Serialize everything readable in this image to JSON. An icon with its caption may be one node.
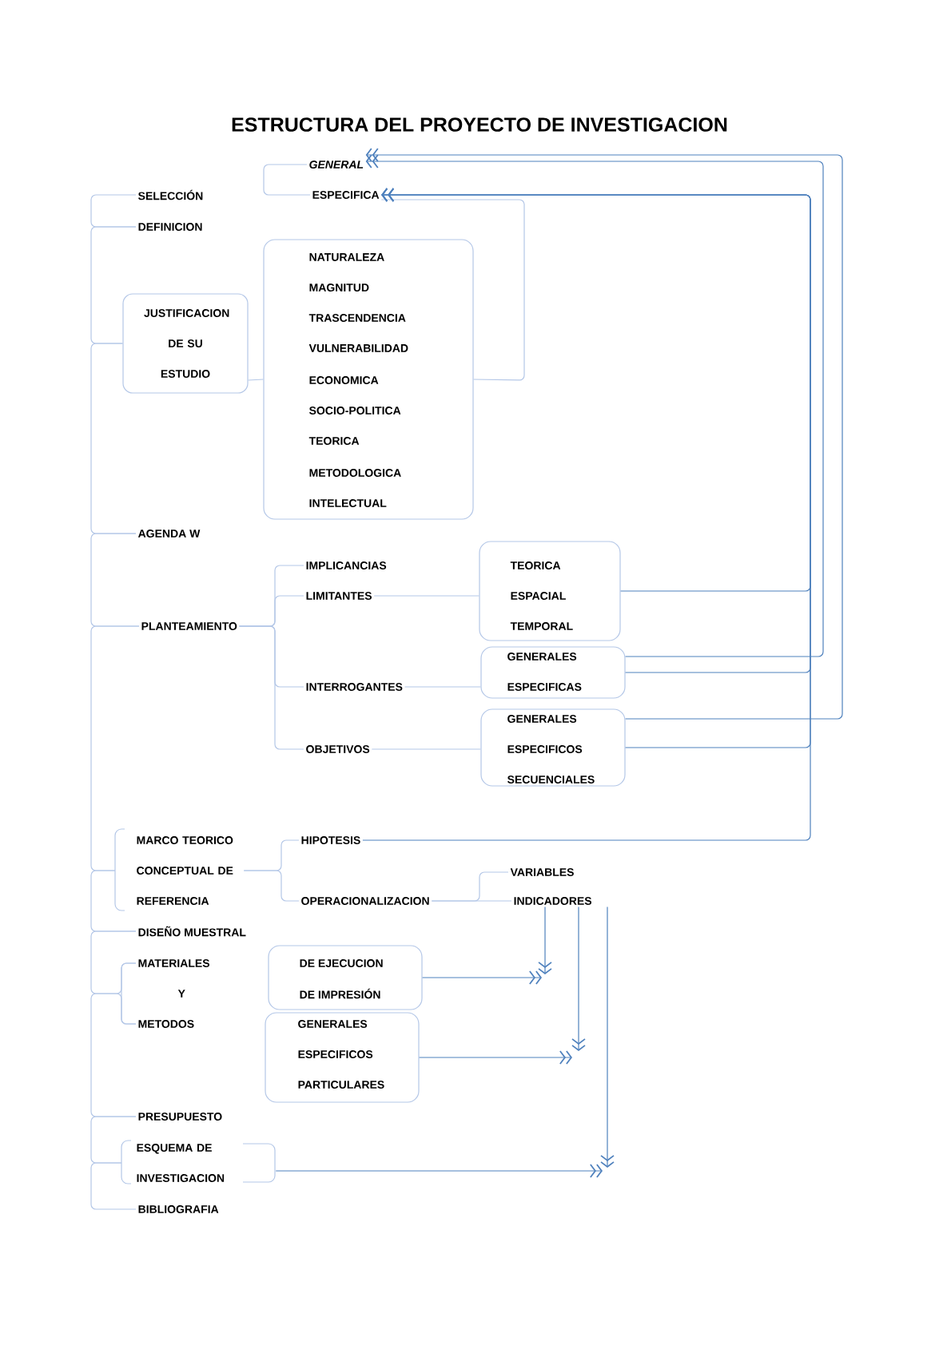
{
  "diagram": {
    "title": "ESTRUCTURA DEL PROYECTO DE INVESTIGACION",
    "nodes": [
      {
        "text": [
          "GENERAL"
        ]
      },
      {
        "text": [
          "ESPECIFICA"
        ]
      },
      {
        "text": [
          "SELECCIÓN"
        ]
      },
      {
        "text": [
          "DEFINICION"
        ]
      },
      {
        "text": [
          "JUSTIFICACION DE SU ESTUDIO"
        ]
      },
      {
        "text": [
          "NATURALEZA",
          "MAGNITUD",
          "TRASCENDENCIA",
          "VULNERABILIDAD",
          "ECONOMICA",
          "SOCIO-POLITICA",
          "TEORICA",
          "METODOLOGICA",
          "INTELECTUAL"
        ]
      },
      {
        "text": [
          "AGENDA W"
        ]
      },
      {
        "text": [
          "PLANTEAMIENTO"
        ]
      },
      {
        "text": [
          "IMPLICANCIAS"
        ]
      },
      {
        "text": [
          "LIMITANTES"
        ]
      },
      {
        "text": [
          "INTERROGANTES"
        ]
      },
      {
        "text": [
          "OBJETIVOS"
        ]
      },
      {
        "text": [
          "TEORICA",
          "ESPACIAL",
          "TEMPORAL"
        ]
      },
      {
        "text": [
          "GENERALES",
          "ESPECIFICAS"
        ]
      },
      {
        "text": [
          "GENERALES",
          "ESPECIFICOS",
          "SECUENCIALES"
        ]
      },
      {
        "text": [
          "MARCO TEORICO CONCEPTUAL DE REFERENCIA"
        ]
      },
      {
        "text": [
          "HIPOTESIS"
        ]
      },
      {
        "text": [
          "OPERACIONALIZACION"
        ]
      },
      {
        "text": [
          "VARIABLES"
        ]
      },
      {
        "text": [
          "INDICADORES"
        ]
      },
      {
        "text": [
          "DISEÑO MUESTRAL"
        ]
      },
      {
        "text": [
          "MATERIALES"
        ]
      },
      {
        "text": [
          "DE EJECUCION",
          "DE IMPRESIÓN"
        ]
      },
      {
        "text": [
          "METODOS"
        ]
      },
      {
        "text": [
          "GENERALES",
          "ESPECIFICOS",
          "PARTICULARES"
        ]
      },
      {
        "text": [
          "PRESUPUESTO"
        ]
      },
      {
        "text": [
          "ESQUEMA DE INVESTIGACION"
        ]
      },
      {
        "text": [
          "BIBLIOGRAFIA"
        ]
      }
    ],
    "edges": [
      {
        "from": 2,
        "to": 3,
        "arrow": "none"
      },
      {
        "from": 3,
        "to": 4,
        "arrow": "none"
      },
      {
        "from": 4,
        "to": 6,
        "arrow": "none"
      },
      {
        "from": 6,
        "to": 7,
        "arrow": "none"
      },
      {
        "from": 7,
        "to": 15,
        "arrow": "none"
      },
      {
        "from": 15,
        "to": 20,
        "arrow": "none"
      },
      {
        "from": 20,
        "to": 21,
        "arrow": "none"
      },
      {
        "from": 21,
        "to": 23,
        "arrow": "none"
      },
      {
        "from": 23,
        "to": 25,
        "arrow": "none"
      },
      {
        "from": 25,
        "to": 26,
        "arrow": "none"
      },
      {
        "from": 26,
        "to": 27,
        "arrow": "none"
      },
      {
        "from": 0,
        "to": 1,
        "arrow": "none"
      },
      {
        "from": 1,
        "to": 5,
        "arrow": "none"
      },
      {
        "from": 4,
        "to": 5,
        "arrow": "none"
      },
      {
        "from": 7,
        "to": 8,
        "arrow": "none"
      },
      {
        "from": 7,
        "to": 9,
        "arrow": "none"
      },
      {
        "from": 7,
        "to": 10,
        "arrow": "none"
      },
      {
        "from": 7,
        "to": 11,
        "arrow": "none"
      },
      {
        "from": 9,
        "to": 12,
        "arrow": "none"
      },
      {
        "from": 10,
        "to": 13,
        "arrow": "none"
      },
      {
        "from": 11,
        "to": 14,
        "arrow": "none"
      },
      {
        "from": 12,
        "to": 1,
        "arrow": "to",
        "color": "#4f81bd"
      },
      {
        "from": 13,
        "to": 1,
        "arrow": "to",
        "color": "#4f81bd"
      },
      {
        "from": 14,
        "to": 1,
        "arrow": "to",
        "color": "#4f81bd"
      },
      {
        "from": 16,
        "to": 1,
        "arrow": "to",
        "color": "#4f81bd"
      },
      {
        "from": 13,
        "to": 0,
        "arrow": "to",
        "color": "#4f81bd"
      },
      {
        "from": 14,
        "to": 0,
        "arrow": "to",
        "color": "#4f81bd"
      },
      {
        "from": 15,
        "to": 16,
        "arrow": "none"
      },
      {
        "from": 15,
        "to": 17,
        "arrow": "none"
      },
      {
        "from": 17,
        "to": 18,
        "arrow": "none"
      },
      {
        "from": 17,
        "to": 19,
        "arrow": "none"
      },
      {
        "from": 19,
        "to": null,
        "arrow": "to",
        "color": "#4f81bd"
      },
      {
        "from": 19,
        "to": null,
        "arrow": "to",
        "color": "#4f81bd"
      },
      {
        "from": 19,
        "to": null,
        "arrow": "to",
        "color": "#4f81bd"
      },
      {
        "from": 22,
        "to": null,
        "arrow": "to",
        "color": "#4f81bd"
      },
      {
        "from": 24,
        "to": null,
        "arrow": "to",
        "color": "#4f81bd"
      },
      {
        "from": 26,
        "to": null,
        "arrow": "to",
        "color": "#4f81bd"
      }
    ],
    "labels": [
      "Y"
    ]
  }
}
